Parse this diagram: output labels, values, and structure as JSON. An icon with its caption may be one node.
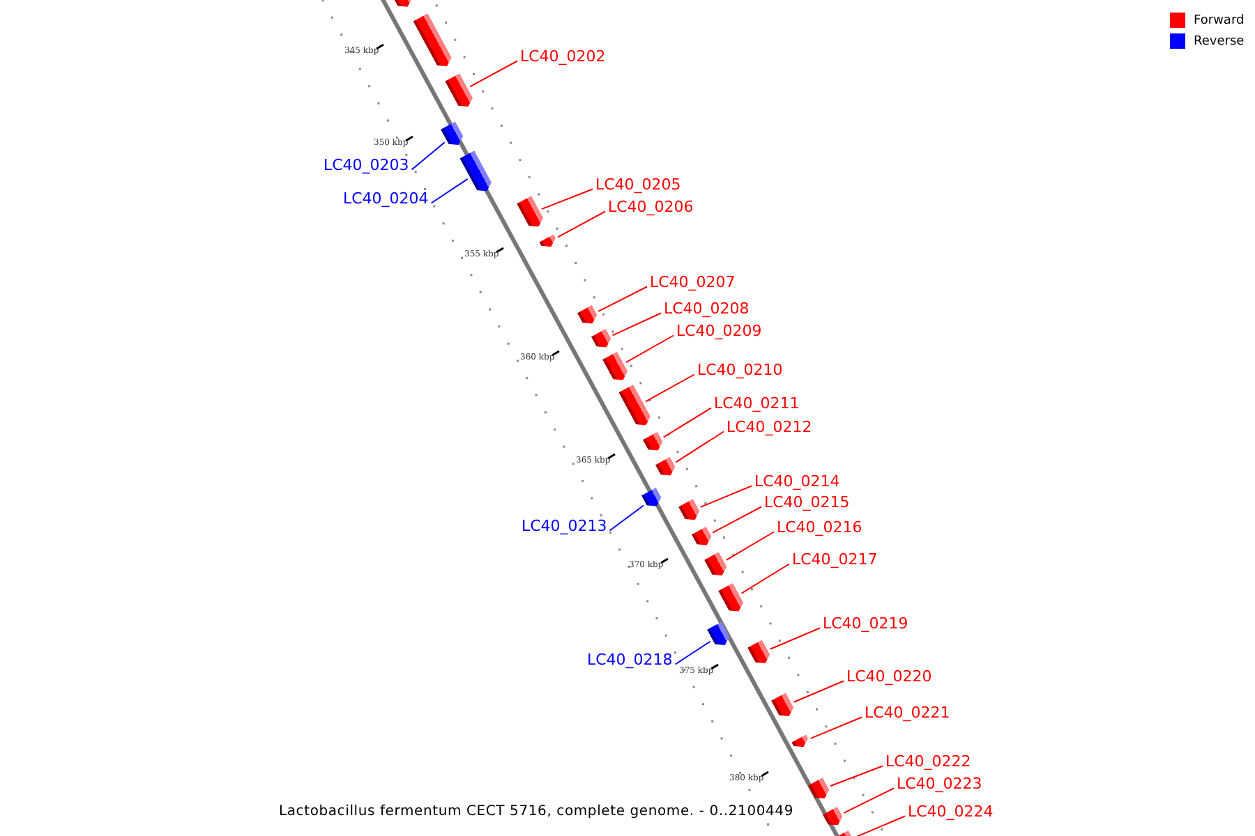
{
  "diagram": {
    "caption": "Lactobacillus fermentum CECT 5716, complete genome. - 0..2100449",
    "nodes": [
      {
        "text": [],
        "shape": "bar"
      },
      {
        "text": [],
        "shape": "bar"
      },
      {
        "text": [
          "LC40_0202"
        ]
      },
      {
        "text": [],
        "shape": "bar"
      },
      {
        "text": [
          "LC40_0203"
        ]
      },
      {
        "text": [],
        "shape": "bar"
      },
      {
        "text": [
          "LC40_0204"
        ]
      },
      {
        "text": [],
        "shape": "bar"
      },
      {
        "text": [
          "LC40_0205"
        ]
      },
      {
        "text": [],
        "shape": "bar"
      },
      {
        "text": [
          "LC40_0206"
        ]
      },
      {
        "text": [],
        "shape": "bar"
      },
      {
        "text": [
          "LC40_0207"
        ]
      },
      {
        "text": [],
        "shape": "bar"
      },
      {
        "text": [
          "LC40_0208"
        ]
      },
      {
        "text": [],
        "shape": "bar"
      },
      {
        "text": [
          "LC40_0209"
        ]
      },
      {
        "text": [],
        "shape": "bar"
      },
      {
        "text": [
          "LC40_0210"
        ]
      },
      {
        "text": [],
        "shape": "bar"
      },
      {
        "text": [
          "LC40_0211"
        ]
      },
      {
        "text": [],
        "shape": "bar"
      },
      {
        "text": [
          "LC40_0212"
        ]
      },
      {
        "text": [],
        "shape": "bar"
      },
      {
        "text": [
          "LC40_0213"
        ]
      },
      {
        "text": [],
        "shape": "bar"
      },
      {
        "text": [
          "LC40_0214"
        ]
      },
      {
        "text": [],
        "shape": "bar"
      },
      {
        "text": [
          "LC40_0215"
        ]
      },
      {
        "text": [],
        "shape": "bar"
      },
      {
        "text": [
          "LC40_0216"
        ]
      },
      {
        "text": [],
        "shape": "bar"
      },
      {
        "text": [
          "LC40_0217"
        ]
      },
      {
        "text": [],
        "shape": "bar"
      },
      {
        "text": [
          "LC40_0218"
        ]
      },
      {
        "text": [],
        "shape": "bar"
      },
      {
        "text": [
          "LC40_0219"
        ]
      },
      {
        "text": [],
        "shape": "bar"
      },
      {
        "text": [
          "LC40_0220"
        ]
      },
      {
        "text": [],
        "shape": "bar"
      },
      {
        "text": [
          "LC40_0221"
        ]
      },
      {
        "text": [],
        "shape": "bar"
      },
      {
        "text": [
          "LC40_0222"
        ]
      },
      {
        "text": [],
        "shape": "bar"
      },
      {
        "text": [
          "LC40_0223"
        ]
      },
      {
        "text": [],
        "shape": "bar"
      },
      {
        "text": [
          "LC40_0224"
        ]
      },
      {
        "text": [],
        "shape": "bar"
      }
    ],
    "edges": [
      {
        "from": 2,
        "to": 3,
        "arrow": "none"
      },
      {
        "from": 4,
        "to": 5,
        "arrow": "none",
        "color": "#0000ff"
      },
      {
        "from": 6,
        "to": 7,
        "arrow": "none",
        "color": "#0000ff"
      },
      {
        "from": 8,
        "to": 9,
        "arrow": "none"
      },
      {
        "from": 10,
        "to": 11,
        "arrow": "none"
      },
      {
        "from": 12,
        "to": 13,
        "arrow": "none"
      },
      {
        "from": 14,
        "to": 15,
        "arrow": "none"
      },
      {
        "from": 16,
        "to": 17,
        "arrow": "none"
      },
      {
        "from": 18,
        "to": 19,
        "arrow": "none"
      },
      {
        "from": 20,
        "to": 21,
        "arrow": "none"
      },
      {
        "from": 22,
        "to": 23,
        "arrow": "none"
      },
      {
        "from": 24,
        "to": 25,
        "arrow": "none",
        "color": "#0000ff"
      },
      {
        "from": 26,
        "to": 27,
        "arrow": "none"
      },
      {
        "from": 28,
        "to": 29,
        "arrow": "none"
      },
      {
        "from": 30,
        "to": 31,
        "arrow": "none"
      },
      {
        "from": 32,
        "to": 33,
        "arrow": "none"
      },
      {
        "from": 34,
        "to": 35,
        "arrow": "none",
        "color": "#0000ff"
      },
      {
        "from": 36,
        "to": 37,
        "arrow": "none"
      },
      {
        "from": 38,
        "to": 39,
        "arrow": "none"
      },
      {
        "from": 40,
        "to": 41,
        "arrow": "none"
      },
      {
        "from": 42,
        "to": 43,
        "arrow": "none"
      },
      {
        "from": 44,
        "to": 45,
        "arrow": "none"
      },
      {
        "from": 46,
        "to": 47,
        "arrow": "none"
      }
    ],
    "labels": [
      "345 kbp",
      "350 kbp",
      "355 kbp",
      "360 kbp",
      "365 kbp",
      "370 kbp",
      "375 kbp",
      "380 kbp"
    ],
    "legend": [
      {
        "text": "Forward",
        "color": "#ff0000"
      },
      {
        "text": "Reverse",
        "color": "#0000ff"
      }
    ]
  }
}
